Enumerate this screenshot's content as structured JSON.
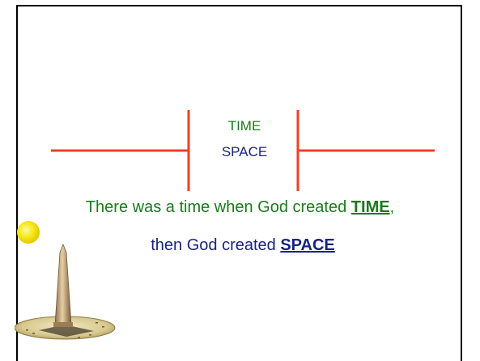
{
  "diagram": {
    "label_time": "TIME",
    "label_space": "SPACE"
  },
  "text": {
    "line1_prefix": "There was a time when God created ",
    "line1_keyword": "TIME",
    "line1_suffix": ",",
    "line2_prefix": "then God created ",
    "line2_keyword": "SPACE"
  },
  "colors": {
    "line": "#f04020",
    "green_text": "#1b7a1b",
    "navy_text": "#1a237e",
    "sun": "#f5e60c"
  },
  "icons": {
    "sundial": "sundial-icon",
    "sun": "sun-icon"
  }
}
